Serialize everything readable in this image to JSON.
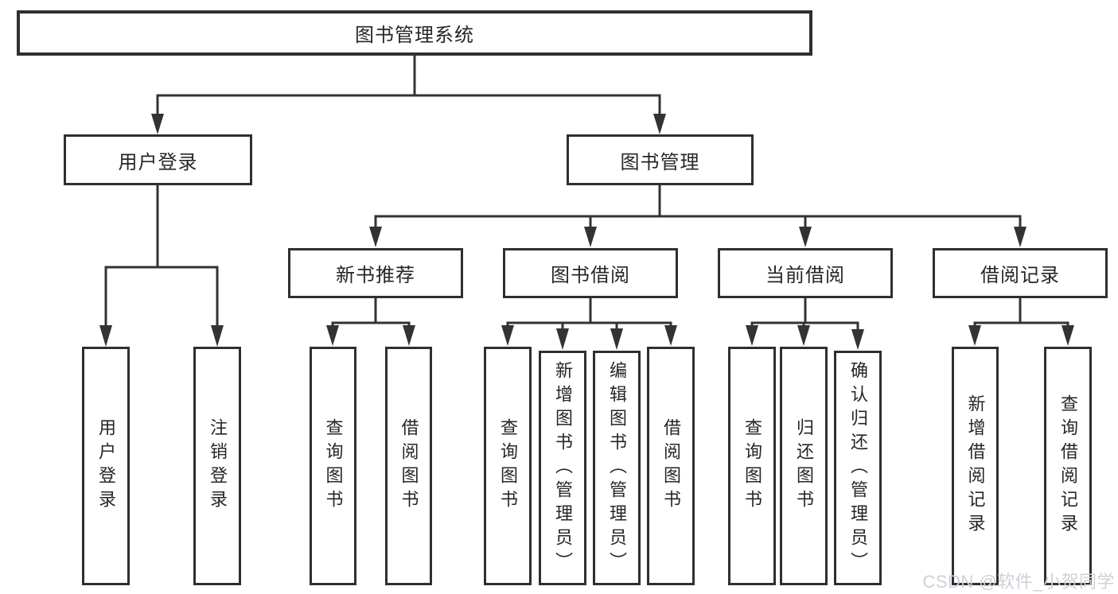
{
  "tree": {
    "label": "图书管理系统",
    "children": [
      {
        "label": "用户登录",
        "children": [
          {
            "label": "用户登录"
          },
          {
            "label": "注销登录"
          }
        ]
      },
      {
        "label": "图书管理",
        "children": [
          {
            "label": "新书推荐",
            "children": [
              {
                "label": "查询图书"
              },
              {
                "label": "借阅图书"
              }
            ]
          },
          {
            "label": "图书借阅",
            "children": [
              {
                "label": "查询图书"
              },
              {
                "label": "新增图书（管理员）"
              },
              {
                "label": "编辑图书（管理员）"
              },
              {
                "label": "借阅图书"
              }
            ]
          },
          {
            "label": "当前借阅",
            "children": [
              {
                "label": "查询图书"
              },
              {
                "label": "归还图书"
              },
              {
                "label": "确认归还（管理员）"
              }
            ]
          },
          {
            "label": "借阅记录",
            "children": [
              {
                "label": "新增借阅记录"
              },
              {
                "label": "查询借阅记录"
              }
            ]
          }
        ]
      }
    ]
  },
  "watermark": {
    "text": "CSDN @软件_小贺同学"
  },
  "colors": {
    "border": "#2f2f2f",
    "line": "#333333",
    "text": "#262626",
    "background": "#ffffff",
    "watermark": "#cdd2d7"
  }
}
